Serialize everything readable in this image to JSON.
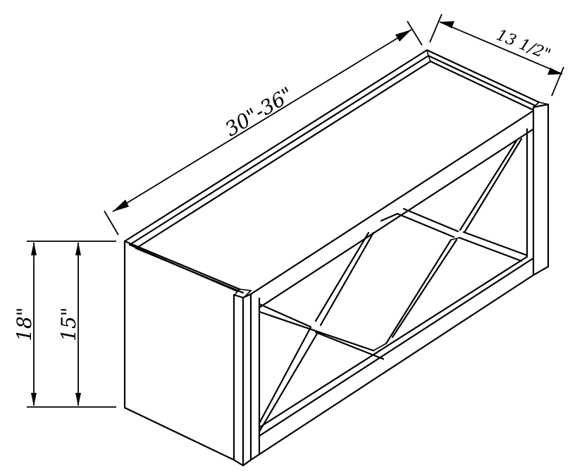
{
  "diagram": {
    "title": "Open X-frame wall wine rack cabinet",
    "type": "isometric line drawing",
    "colors": {
      "line": "#000000",
      "background": "#ffffff"
    }
  },
  "dimensions": {
    "width": {
      "label": "30\"-36\"",
      "meaning": "cabinet width"
    },
    "depth": {
      "label": "13 1/2\"",
      "meaning": "cabinet depth"
    },
    "height_overall": {
      "label": "18\"",
      "meaning": "overall height"
    },
    "height_opening": {
      "label": "15\"",
      "meaning": "opening height"
    }
  },
  "components": [
    "top-panel",
    "left-side-panel",
    "face-frame-left-stile",
    "face-frame-right-stile",
    "face-frame-top-rail",
    "face-frame-bottom-rail",
    "x-cross-lattice",
    "shelf"
  ]
}
